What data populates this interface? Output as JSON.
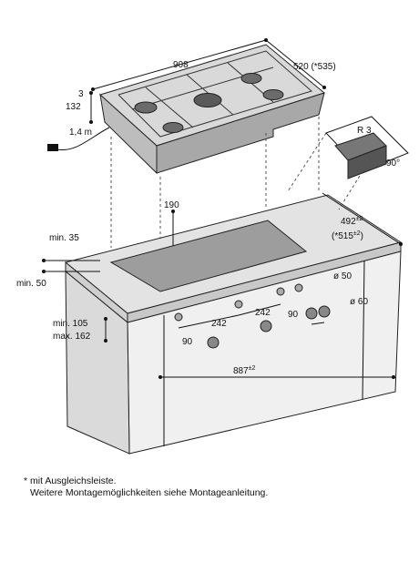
{
  "dimensions": {
    "width": "908",
    "depth": "520 (*535)",
    "thickness_top": "3",
    "height": "132",
    "cable": "1,4 m",
    "radius": "R 3",
    "angle": "90°",
    "offset": "190",
    "min_35": "min. 35",
    "min_50": "min. 50",
    "cutout_depth": "492",
    "cutout_depth_tol": "±2",
    "cutout_depth_alt": "(*515",
    "cutout_depth_alt_tol": "±2",
    "cutout_depth_alt_close": ")",
    "knob_hole": "ø 50",
    "knob_hole_large": "ø 60",
    "spacing_left": "242",
    "spacing_right": "242",
    "knob_90_left": "90",
    "knob_90_right": "90",
    "min_105": "min. 105",
    "max_162": "max. 162",
    "cutout_width": "887",
    "cutout_width_tol": "±2"
  },
  "footnote": {
    "line1": "* mit Ausgleichsleiste.",
    "line2": "Weitere Montagemöglichkeiten siehe Montageanleitung."
  }
}
